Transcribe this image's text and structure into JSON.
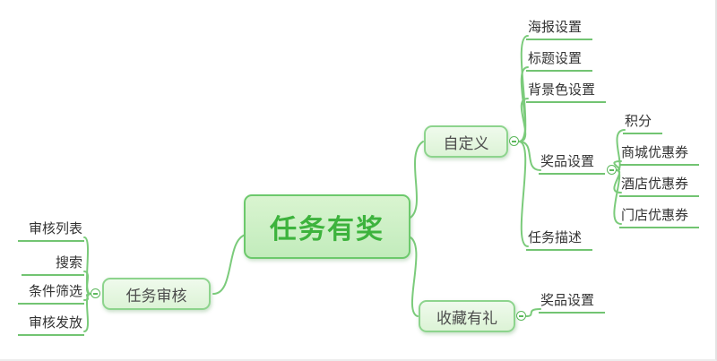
{
  "colors": {
    "connector": "#7bcb7b",
    "root_fill": "#cdeec6",
    "root_border": "#6cc96c",
    "root_text": "#3db33d",
    "branch_fill": "#e6f7e1",
    "branch_border": "#8dd48d",
    "leaf_underline": "#72c472"
  },
  "mindmap": {
    "root": {
      "label": "任务有奖"
    },
    "custom": {
      "label": "自定义",
      "children": {
        "poster": {
          "label": "海报设置"
        },
        "title": {
          "label": "标题设置"
        },
        "bgcolor": {
          "label": "背景色设置"
        },
        "prize": {
          "label": "奖品设置",
          "children": {
            "points": {
              "label": "积分"
            },
            "mall_coupon": {
              "label": "商城优惠券"
            },
            "hotel_coupon": {
              "label": "酒店优惠券"
            },
            "store_coupon": {
              "label": "门店优惠券"
            }
          }
        },
        "desc": {
          "label": "任务描述"
        }
      }
    },
    "collect": {
      "label": "收藏有礼",
      "children": {
        "prize": {
          "label": "奖品设置"
        }
      }
    },
    "review": {
      "label": "任务审核",
      "children": {
        "list": {
          "label": "审核列表"
        },
        "search": {
          "label": "搜索"
        },
        "filter": {
          "label": "条件筛选"
        },
        "issue": {
          "label": "审核发放"
        }
      }
    }
  }
}
